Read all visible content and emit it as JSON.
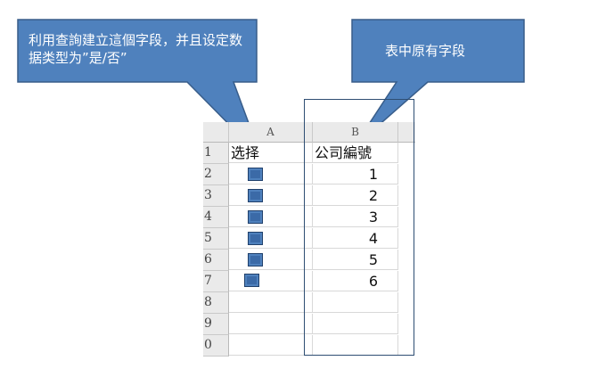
{
  "callouts": {
    "left_text": "利用查詢建立這個字段，并且设定数据类型为”是/否”",
    "right_text": "表中原有字段",
    "fill_color": "#4f81bd",
    "border_color": "#385d8a"
  },
  "sheet": {
    "columns": [
      "A",
      "B"
    ],
    "row_numbers": [
      "1",
      "2",
      "3",
      "4",
      "5",
      "6",
      "7",
      "8",
      "9",
      "0"
    ],
    "header_row": {
      "a": "选择",
      "b": "公司編號"
    },
    "rows": [
      {
        "checkbox": true,
        "b": "1"
      },
      {
        "checkbox": true,
        "b": "2"
      },
      {
        "checkbox": true,
        "b": "3"
      },
      {
        "checkbox": true,
        "b": "4"
      },
      {
        "checkbox": true,
        "b": "5"
      },
      {
        "checkbox": true,
        "b": "6"
      }
    ]
  }
}
